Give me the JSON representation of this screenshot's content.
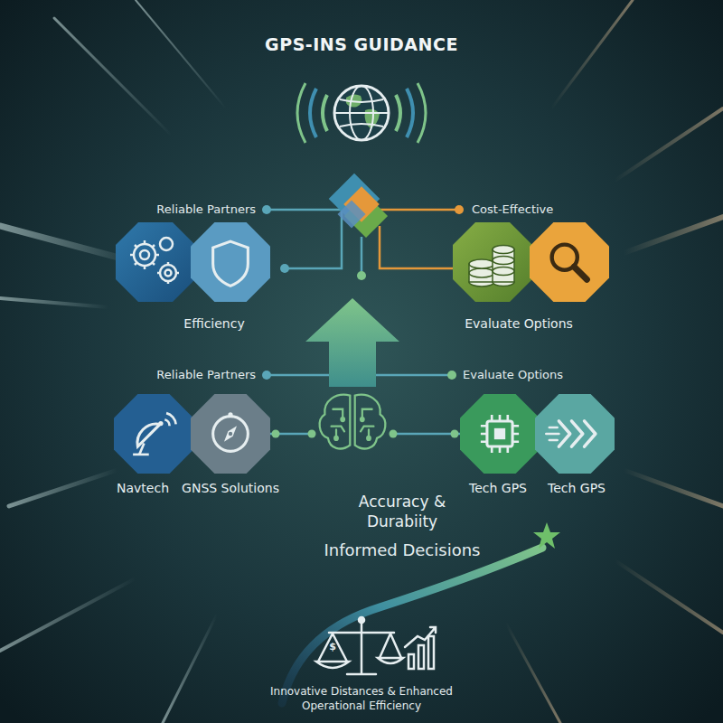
{
  "diagram": {
    "title": "GPS-INS GUIDANCE",
    "caption": "Innovative Distances & Enhanced Operational Efficiency",
    "nodes": [
      {
        "text": [
          "Efficiency"
        ]
      },
      {
        "text": [
          "Evaluate Options"
        ]
      },
      {
        "text": [
          "Navtech"
        ]
      },
      {
        "text": [
          "GNSS Solutions"
        ]
      },
      {
        "text": [
          "Accuracy & Durabiity"
        ]
      },
      {
        "text": [
          "Tech GPS"
        ]
      },
      {
        "text": [
          "Tech GPS"
        ]
      }
    ],
    "edges": [
      {
        "from": 4,
        "to": 3,
        "arrow": "none"
      },
      {
        "from": 4,
        "to": 5,
        "arrow": "none"
      }
    ],
    "labels": [
      "Reliable Partners",
      "Cost-Effective",
      "Reliable Partners",
      "Evaluate Options",
      "Informed Decisions",
      "$"
    ]
  }
}
